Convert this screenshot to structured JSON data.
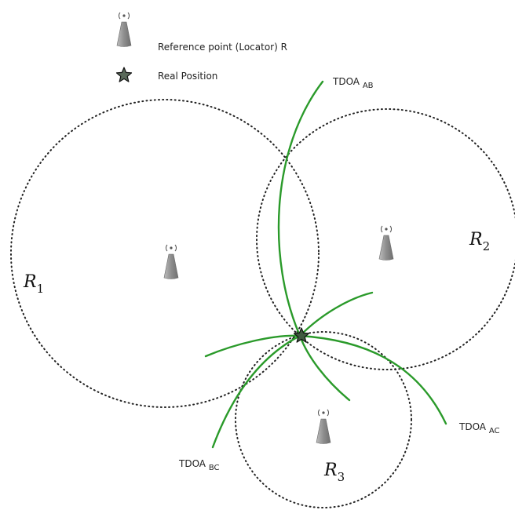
{
  "legend": {
    "reference_label": "Reference point (Locator) R",
    "position_label": "Real Position",
    "reference_icon": "antenna-tower-icon",
    "position_icon": "star-icon"
  },
  "circles": {
    "r1": {
      "label_base": "R",
      "label_sub": "1"
    },
    "r2": {
      "label_base": "R",
      "label_sub": "2"
    },
    "r3": {
      "label_base": "R",
      "label_sub": "3"
    }
  },
  "curves": {
    "ab": {
      "label_base": "TDOA ",
      "label_sub": "AB"
    },
    "ac": {
      "label_base": "TDOA ",
      "label_sub": "AC"
    },
    "bc": {
      "label_base": "TDOA ",
      "label_sub": "BC"
    }
  },
  "colors": {
    "curve": "#2a9a2a",
    "star_fill": "#5a6a5a",
    "tower_fill": "#9a9a9a",
    "circle_stroke": "#222222"
  }
}
